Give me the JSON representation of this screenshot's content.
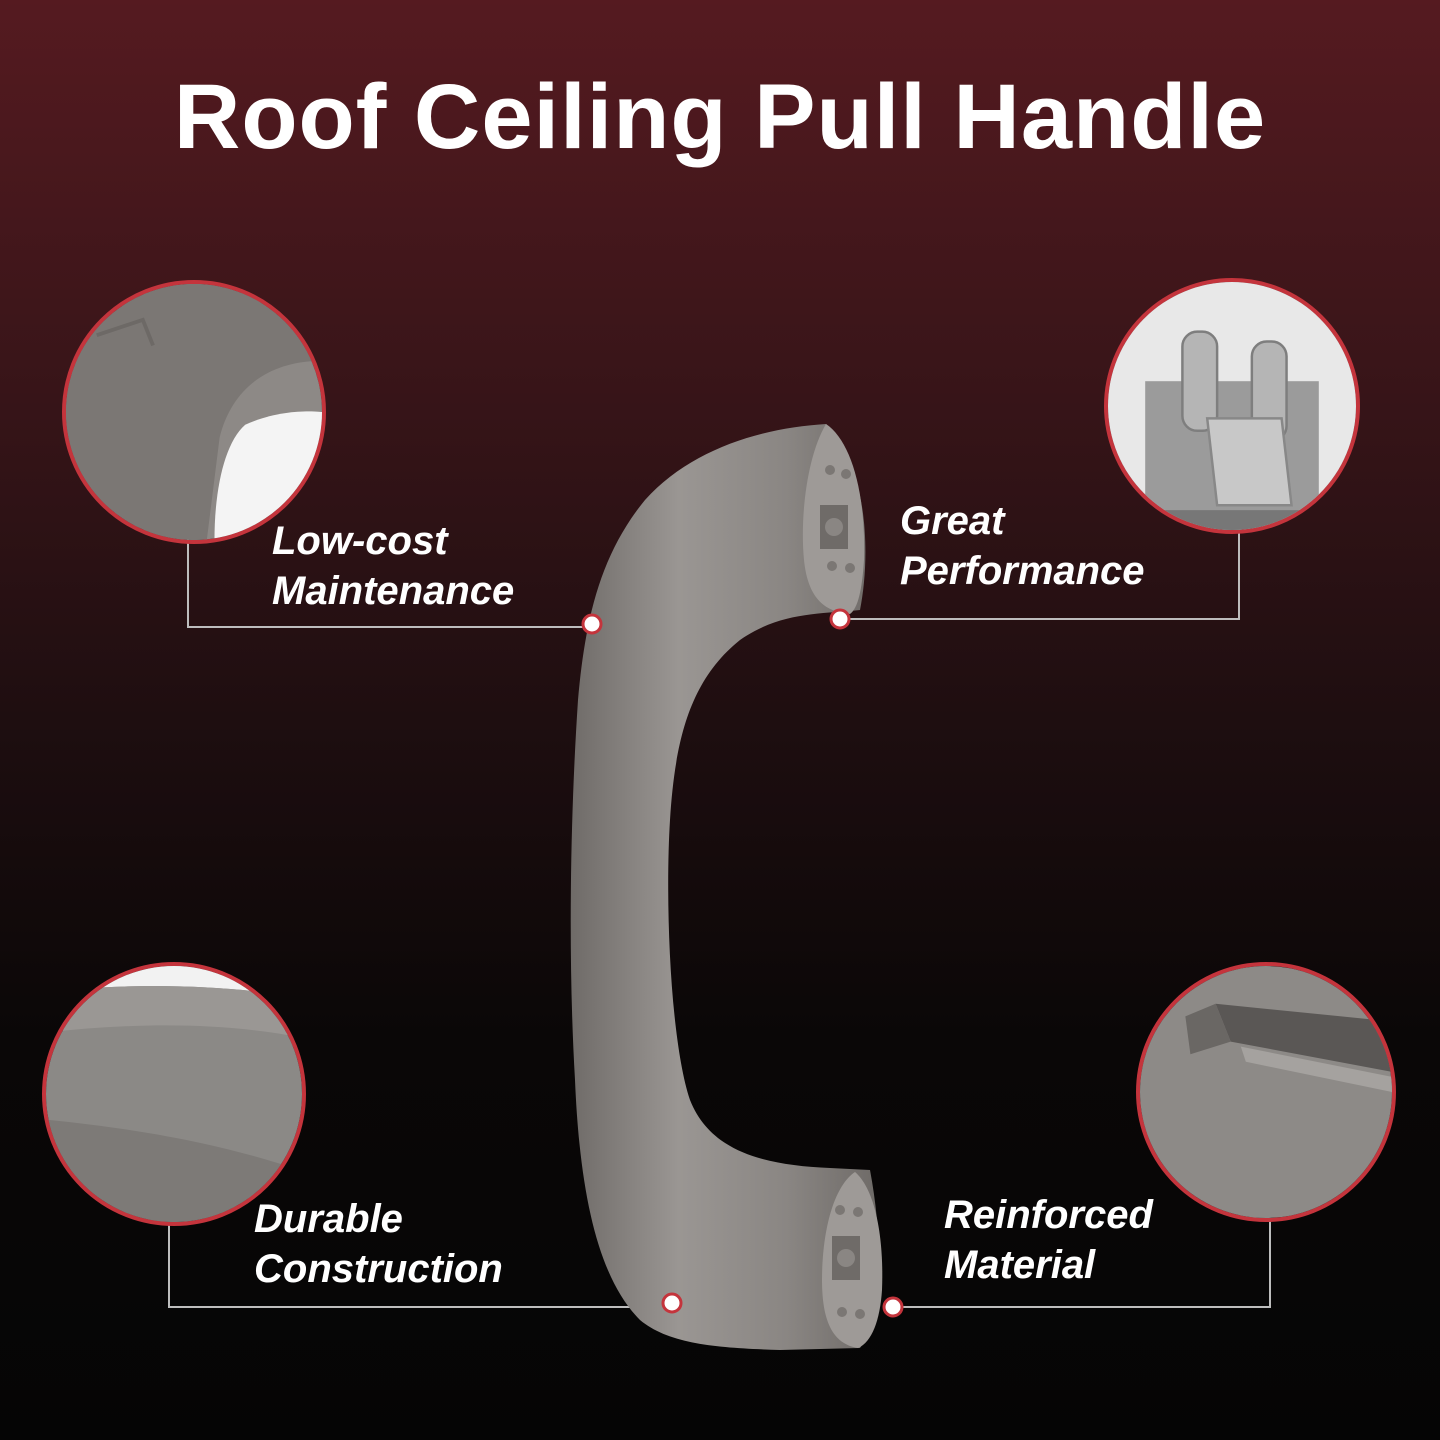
{
  "title": "Roof Ceiling Pull Handle",
  "features": [
    {
      "line1": "Low-cost",
      "line2": "Maintenance"
    },
    {
      "line1": "Great",
      "line2": "Performance"
    },
    {
      "line1": "Durable",
      "line2": "Construction"
    },
    {
      "line1": "Reinforced",
      "line2": "Material"
    }
  ],
  "colors": {
    "accent": "#c4343c",
    "handle": "#8e8a87",
    "text": "#ffffff"
  }
}
